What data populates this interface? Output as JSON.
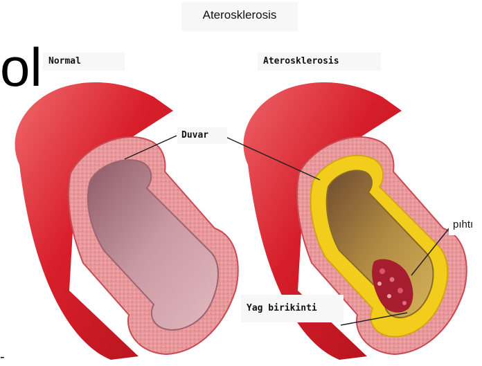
{
  "title": "Aterosklerosis",
  "labels": {
    "normal": "Normal",
    "atherosclerosis": "Aterosklerosis",
    "wall": "Duvar",
    "clot": "pıhtı",
    "fat_deposit": "Yag birikinti"
  },
  "edge_fragments": {
    "top_left": "ol",
    "bottom_left": "-"
  },
  "colors": {
    "artery_red": "#d81f2b",
    "wall_pink": "#e58a8f",
    "lumen_pink": "#c78f98",
    "plaque_yellow": "#f2cd1c",
    "clot_red": "#9e1a2c"
  }
}
